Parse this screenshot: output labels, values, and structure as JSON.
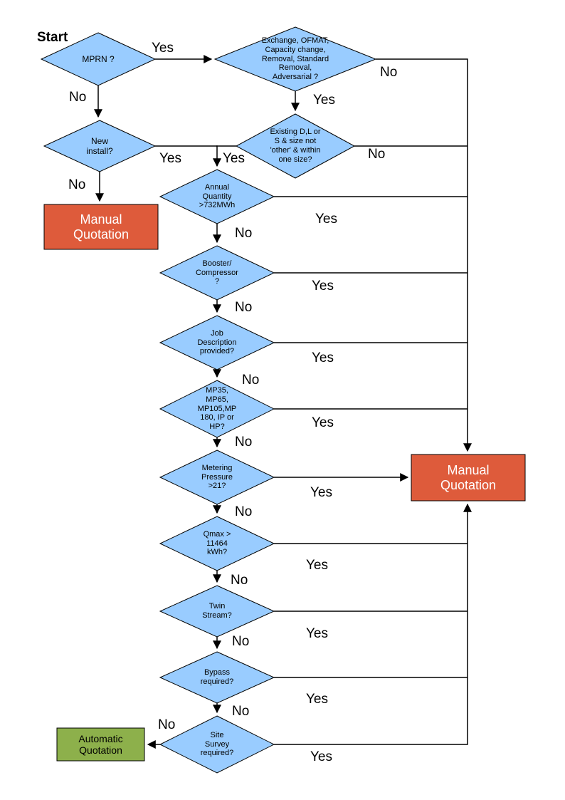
{
  "title": {
    "start_label": "Start"
  },
  "colors": {
    "diamond_fill": "#99CCFF",
    "diamond_border": "#000000",
    "manual_box_fill": "#DE5B3B",
    "manual_box_text": "#FFFFFF",
    "auto_box_fill": "#8DB04B",
    "auto_box_text": "#000000",
    "connector": "#000000"
  },
  "nodes": {
    "mprn": {
      "label": "MPRN ?"
    },
    "exchange": {
      "label": "Exchange, OFMAT, Capacity change, Removal, Standard Removal, Adversarial ?"
    },
    "new_install": {
      "label": "New install?"
    },
    "existing_size": {
      "label": "Existing D,L or S & size not 'other' & within one size?"
    },
    "annual_quantity": {
      "label": "Annual Quantity >732MWh"
    },
    "booster": {
      "label": "Booster/ Compressor ?"
    },
    "job_description": {
      "label": "Job Description provided?"
    },
    "meter_type": {
      "label": "MP35, MP65, MP105,MP180, IP or HP?"
    },
    "metering_pressure": {
      "label": "Metering Pressure >21?"
    },
    "qmax": {
      "label": "Qmax > 11464 kWh?"
    },
    "twin_stream": {
      "label": "Twin Stream?"
    },
    "bypass": {
      "label": "Bypass required?"
    },
    "site_survey": {
      "label": "Site Survey required?"
    }
  },
  "boxes": {
    "manual_quotation_left": {
      "label": "Manual Quotation"
    },
    "manual_quotation_right": {
      "label": "Manual Quotation"
    },
    "automatic_quotation": {
      "label": "Automatic Quotation"
    }
  },
  "edges": {
    "mprn_yes": "Yes",
    "mprn_no": "No",
    "exchange_yes": "Yes",
    "exchange_no": "No",
    "new_install_yes": "Yes",
    "new_install_no": "No",
    "existing_yes": "Yes",
    "existing_no": "No",
    "annual_yes": "Yes",
    "annual_no": "No",
    "booster_yes": "Yes",
    "booster_no": "No",
    "job_yes": "Yes",
    "job_no": "No",
    "meter_type_yes": "Yes",
    "meter_type_no": "No",
    "pressure_yes": "Yes",
    "pressure_no": "No",
    "qmax_yes": "Yes",
    "qmax_no": "No",
    "twin_yes": "Yes",
    "twin_no": "No",
    "bypass_yes": "Yes",
    "bypass_no": "No",
    "site_yes": "Yes",
    "site_no": "No"
  }
}
